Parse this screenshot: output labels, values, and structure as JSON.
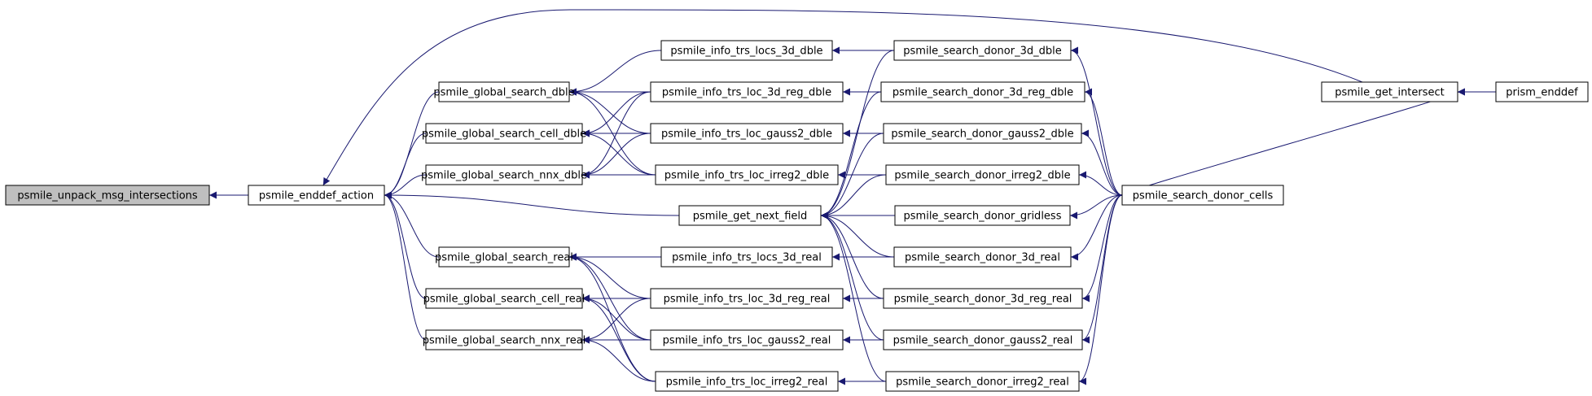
{
  "colors": {
    "edge": "#191970",
    "node_fill": "#ffffff",
    "node_stroke": "#000000",
    "root_fill": "#bfbfbf"
  },
  "nodes": [
    {
      "id": "unpack",
      "label": "psmile_unpack_msg_intersections",
      "root": true
    },
    {
      "id": "enddef_action",
      "label": "psmile_enddef_action"
    },
    {
      "id": "gs_dble",
      "label": "psmile_global_search_dble"
    },
    {
      "id": "gs_cell_dble",
      "label": "psmile_global_search_cell_dble"
    },
    {
      "id": "gs_nnx_dble",
      "label": "psmile_global_search_nnx_dble"
    },
    {
      "id": "gs_real",
      "label": "psmile_global_search_real"
    },
    {
      "id": "gs_cell_real",
      "label": "psmile_global_search_cell_real"
    },
    {
      "id": "gs_nnx_real",
      "label": "psmile_global_search_nnx_real"
    },
    {
      "id": "itl_3d_dble",
      "label": "psmile_info_trs_locs_3d_dble"
    },
    {
      "id": "itl_3dreg_dble",
      "label": "psmile_info_trs_loc_3d_reg_dble"
    },
    {
      "id": "itl_gauss2_dble",
      "label": "psmile_info_trs_loc_gauss2_dble"
    },
    {
      "id": "itl_irreg2_dble",
      "label": "psmile_info_trs_loc_irreg2_dble"
    },
    {
      "id": "get_next_field",
      "label": "psmile_get_next_field"
    },
    {
      "id": "itl_3d_real",
      "label": "psmile_info_trs_locs_3d_real"
    },
    {
      "id": "itl_3dreg_real",
      "label": "psmile_info_trs_loc_3d_reg_real"
    },
    {
      "id": "itl_gauss2_real",
      "label": "psmile_info_trs_loc_gauss2_real"
    },
    {
      "id": "itl_irreg2_real",
      "label": "psmile_info_trs_loc_irreg2_real"
    },
    {
      "id": "sd_3d_dble",
      "label": "psmile_search_donor_3d_dble"
    },
    {
      "id": "sd_3dreg_dble",
      "label": "psmile_search_donor_3d_reg_dble"
    },
    {
      "id": "sd_gauss2_dble",
      "label": "psmile_search_donor_gauss2_dble"
    },
    {
      "id": "sd_irreg2_dble",
      "label": "psmile_search_donor_irreg2_dble"
    },
    {
      "id": "sd_gridless",
      "label": "psmile_search_donor_gridless"
    },
    {
      "id": "sd_3d_real",
      "label": "psmile_search_donor_3d_real"
    },
    {
      "id": "sd_3dreg_real",
      "label": "psmile_search_donor_3d_reg_real"
    },
    {
      "id": "sd_gauss2_real",
      "label": "psmile_search_donor_gauss2_real"
    },
    {
      "id": "sd_irreg2_real",
      "label": "psmile_search_donor_irreg2_real"
    },
    {
      "id": "get_intersect",
      "label": "psmile_get_intersect"
    },
    {
      "id": "prism_enddef",
      "label": "prism_enddef"
    },
    {
      "id": "sd_cells",
      "label": "psmile_search_donor_cells"
    }
  ],
  "edges": [
    [
      "enddef_action",
      "unpack"
    ],
    [
      "gs_dble",
      "enddef_action"
    ],
    [
      "gs_cell_dble",
      "enddef_action"
    ],
    [
      "gs_nnx_dble",
      "enddef_action"
    ],
    [
      "gs_real",
      "enddef_action"
    ],
    [
      "gs_cell_real",
      "enddef_action"
    ],
    [
      "gs_nnx_real",
      "enddef_action"
    ],
    [
      "get_next_field",
      "enddef_action"
    ],
    [
      "get_intersect",
      "enddef_action"
    ],
    [
      "itl_3d_dble",
      "gs_dble"
    ],
    [
      "itl_3dreg_dble",
      "gs_dble"
    ],
    [
      "itl_gauss2_dble",
      "gs_dble"
    ],
    [
      "itl_irreg2_dble",
      "gs_dble"
    ],
    [
      "itl_3dreg_dble",
      "gs_cell_dble"
    ],
    [
      "itl_gauss2_dble",
      "gs_cell_dble"
    ],
    [
      "itl_irreg2_dble",
      "gs_cell_dble"
    ],
    [
      "itl_3dreg_dble",
      "gs_nnx_dble"
    ],
    [
      "itl_gauss2_dble",
      "gs_nnx_dble"
    ],
    [
      "itl_irreg2_dble",
      "gs_nnx_dble"
    ],
    [
      "itl_3d_real",
      "gs_real"
    ],
    [
      "itl_3dreg_real",
      "gs_real"
    ],
    [
      "itl_gauss2_real",
      "gs_real"
    ],
    [
      "itl_irreg2_real",
      "gs_real"
    ],
    [
      "itl_3dreg_real",
      "gs_cell_real"
    ],
    [
      "itl_gauss2_real",
      "gs_cell_real"
    ],
    [
      "itl_irreg2_real",
      "gs_cell_real"
    ],
    [
      "itl_3dreg_real",
      "gs_nnx_real"
    ],
    [
      "itl_gauss2_real",
      "gs_nnx_real"
    ],
    [
      "itl_irreg2_real",
      "gs_nnx_real"
    ],
    [
      "sd_3d_dble",
      "itl_3d_dble"
    ],
    [
      "sd_3dreg_dble",
      "itl_3dreg_dble"
    ],
    [
      "sd_gauss2_dble",
      "itl_gauss2_dble"
    ],
    [
      "sd_irreg2_dble",
      "itl_irreg2_dble"
    ],
    [
      "sd_3d_real",
      "itl_3d_real"
    ],
    [
      "sd_3dreg_real",
      "itl_3dreg_real"
    ],
    [
      "sd_gauss2_real",
      "itl_gauss2_real"
    ],
    [
      "sd_irreg2_real",
      "itl_irreg2_real"
    ],
    [
      "sd_3d_dble",
      "get_next_field"
    ],
    [
      "sd_3dreg_dble",
      "get_next_field"
    ],
    [
      "sd_gauss2_dble",
      "get_next_field"
    ],
    [
      "sd_irreg2_dble",
      "get_next_field"
    ],
    [
      "sd_gridless",
      "get_next_field"
    ],
    [
      "sd_3d_real",
      "get_next_field"
    ],
    [
      "sd_3dreg_real",
      "get_next_field"
    ],
    [
      "sd_gauss2_real",
      "get_next_field"
    ],
    [
      "sd_irreg2_real",
      "get_next_field"
    ],
    [
      "prism_enddef",
      "get_intersect"
    ],
    [
      "sd_cells",
      "get_intersect"
    ],
    [
      "sd_cells",
      "sd_3d_dble"
    ],
    [
      "sd_cells",
      "sd_3dreg_dble"
    ],
    [
      "sd_cells",
      "sd_gauss2_dble"
    ],
    [
      "sd_cells",
      "sd_irreg2_dble"
    ],
    [
      "sd_cells",
      "sd_gridless"
    ],
    [
      "sd_cells",
      "sd_3d_real"
    ],
    [
      "sd_cells",
      "sd_3dreg_real"
    ],
    [
      "sd_cells",
      "sd_gauss2_real"
    ],
    [
      "sd_cells",
      "sd_irreg2_real"
    ]
  ]
}
